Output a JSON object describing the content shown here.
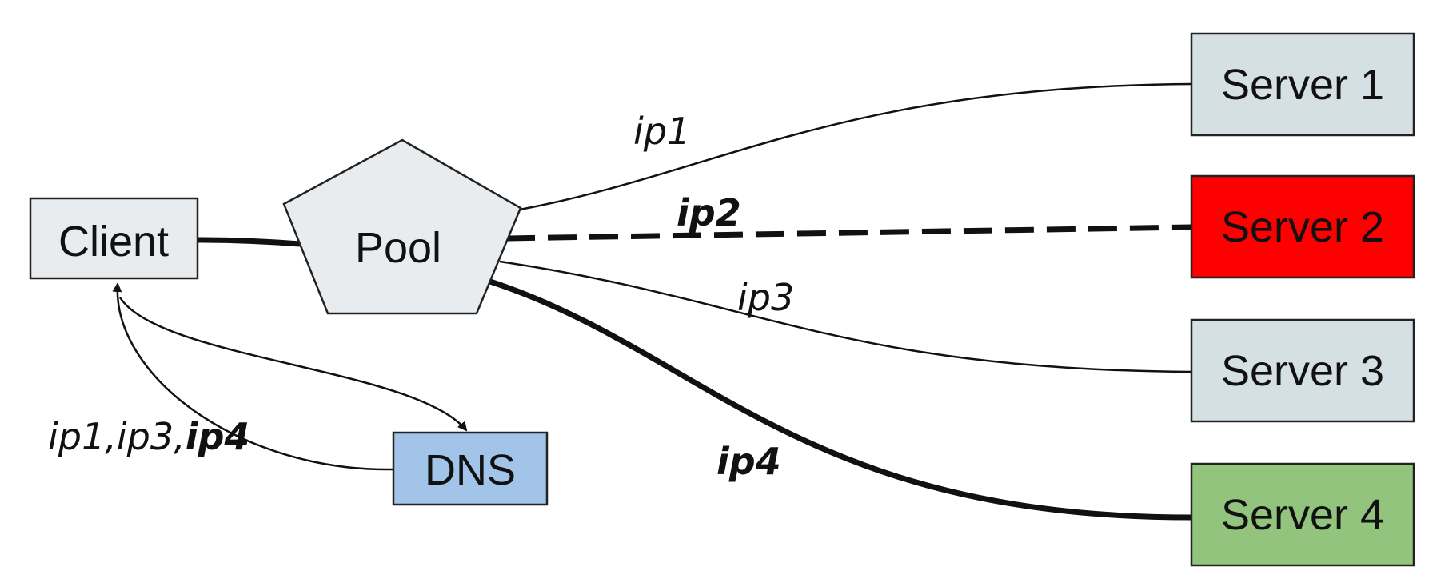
{
  "nodes": {
    "client": {
      "label": "Client",
      "fill": "#e8ecee"
    },
    "pool": {
      "label": "Pool",
      "fill": "#e8ecee"
    },
    "dns": {
      "label": "DNS",
      "fill": "#a2c4e9"
    },
    "server1": {
      "label": "Server 1",
      "fill": "#d4e0e3"
    },
    "server2": {
      "label": "Server 2",
      "fill": "#ff0000"
    },
    "server3": {
      "label": "Server 3",
      "fill": "#d4e0e3"
    },
    "server4": {
      "label": "Server 4",
      "fill": "#93c47d"
    }
  },
  "edges": {
    "ip1": {
      "label": "ip1"
    },
    "ip2": {
      "label": "ip2"
    },
    "ip3": {
      "label": "ip3"
    },
    "ip4": {
      "label": "ip4"
    }
  },
  "dns_response": {
    "part1": "ip1,ip3,",
    "part2": "ip4"
  },
  "colors": {
    "line": "#111111",
    "border": "#222222"
  }
}
